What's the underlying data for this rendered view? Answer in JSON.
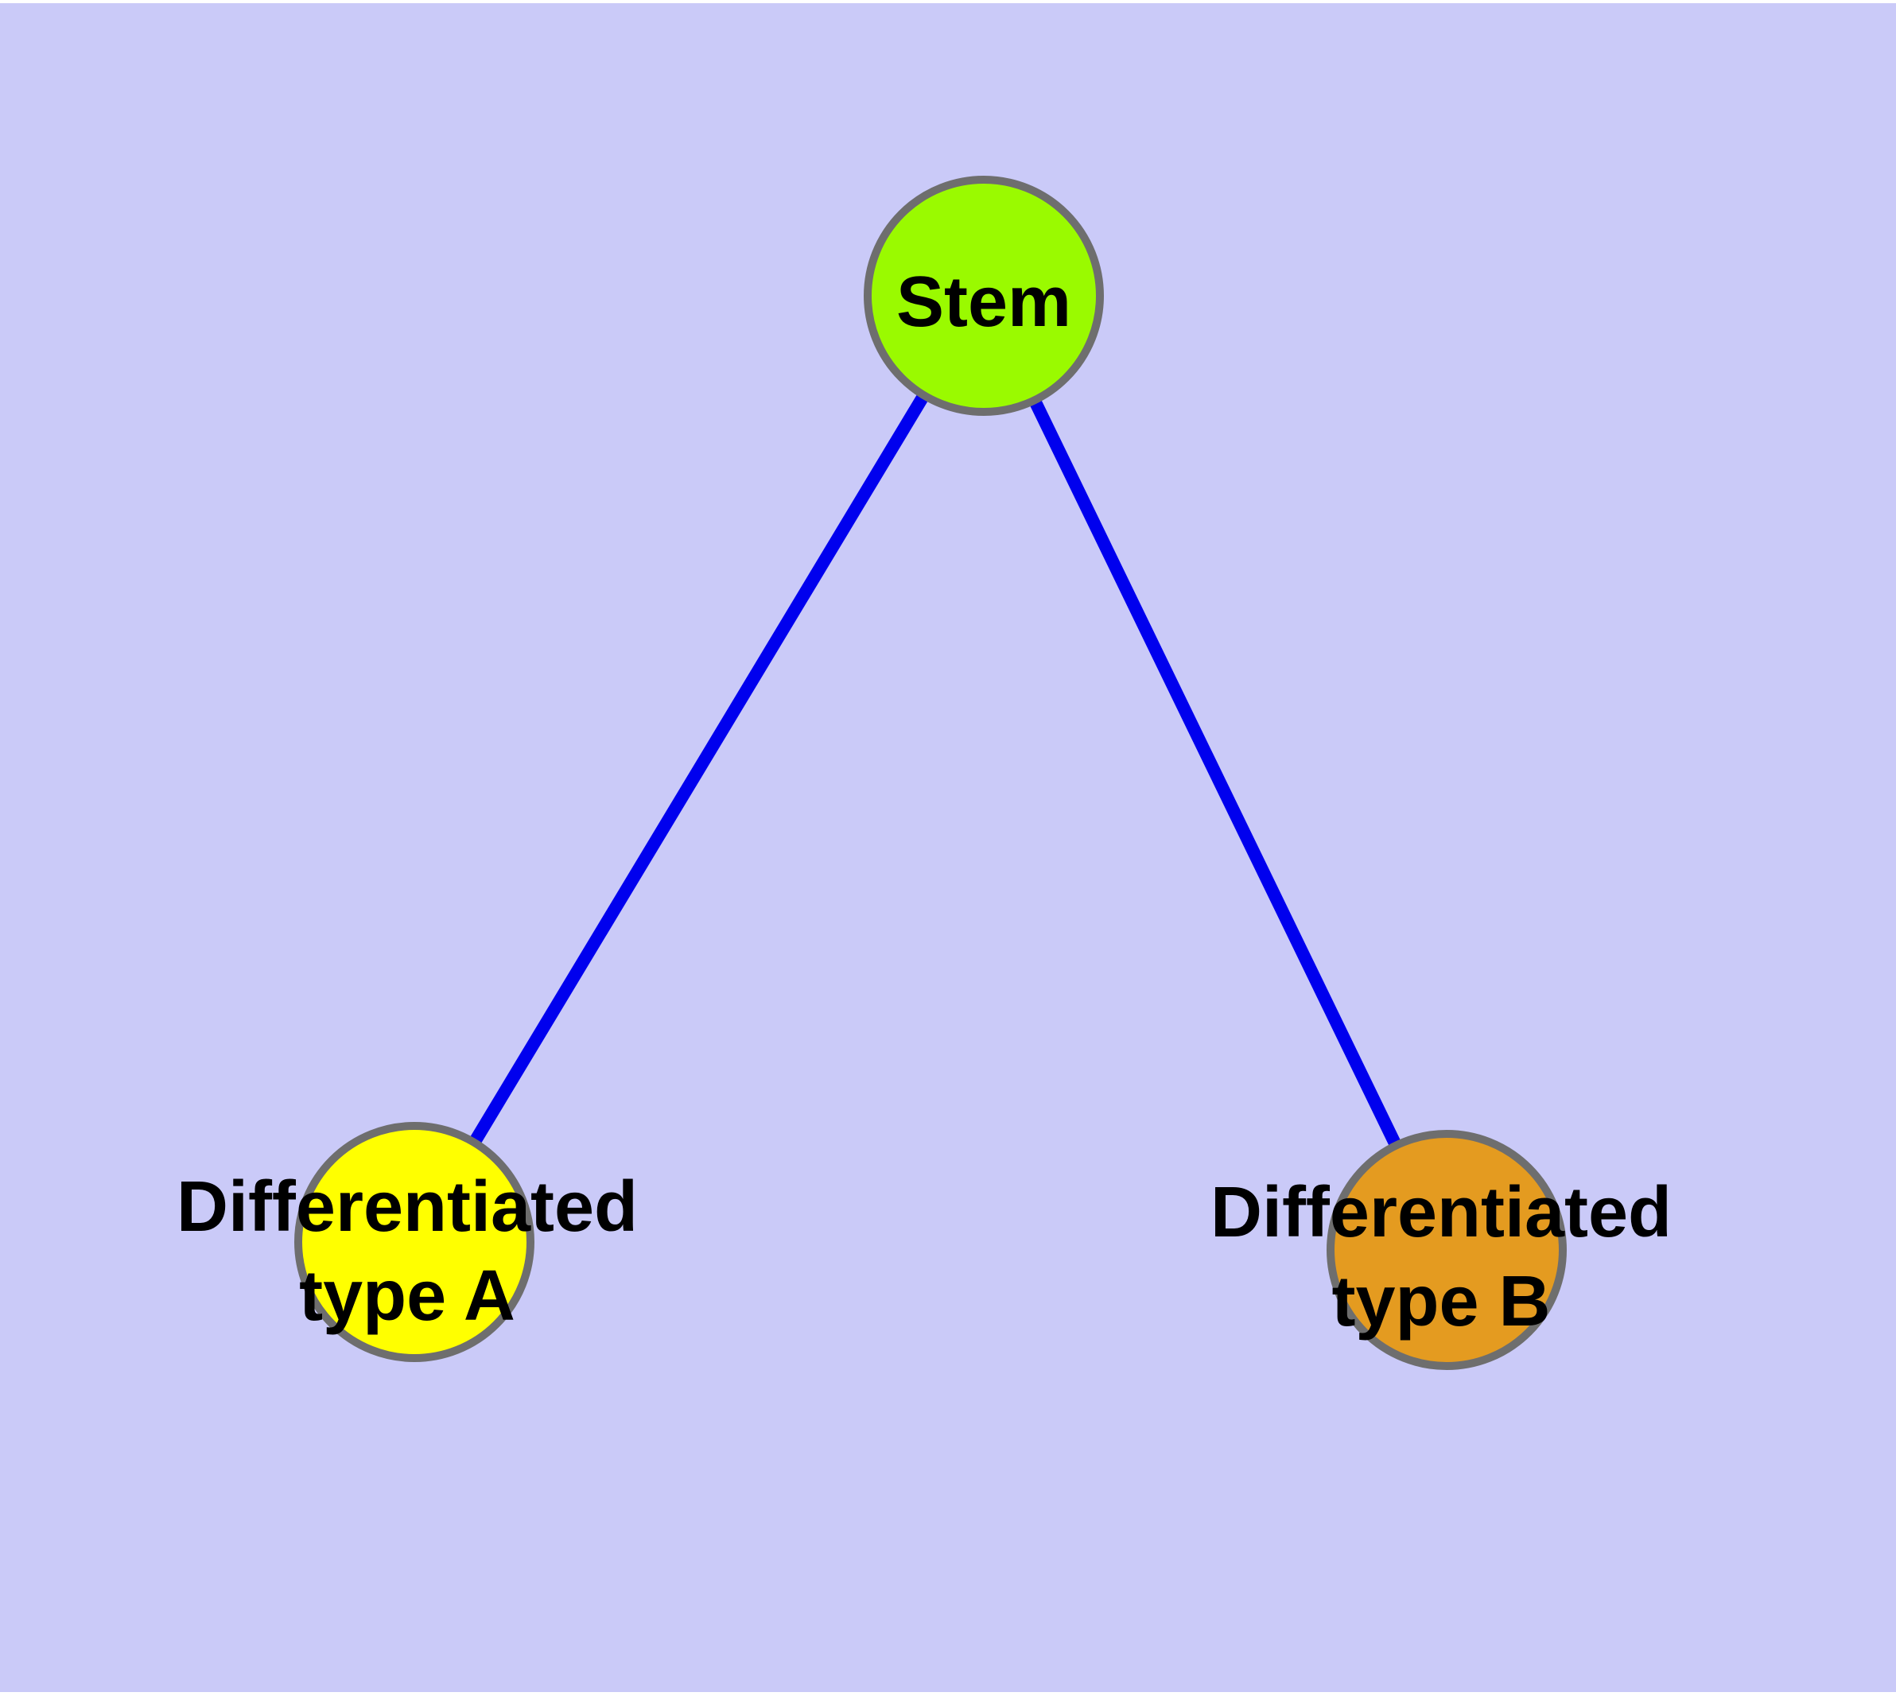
{
  "figure": {
    "background": "#ffffff",
    "canvas_fill": "#cacaf8",
    "text_color": "#000000"
  },
  "nodes": {
    "stem": {
      "label": "Stem",
      "fill": "#9afa00",
      "stroke": "#6e6e6e"
    },
    "type_a": {
      "label_line1": "Differentiated",
      "label_line2": "type A",
      "fill": "#ffff00",
      "stroke": "#6e6e6e"
    },
    "type_b": {
      "label_line1": "Differentiated",
      "label_line2": "type B",
      "fill": "#e49b20",
      "stroke": "#6e6e6e"
    }
  },
  "edges": {
    "stem_to_type_a": {
      "color": "#0000ee"
    },
    "stem_to_type_b": {
      "color": "#0000ee"
    }
  }
}
